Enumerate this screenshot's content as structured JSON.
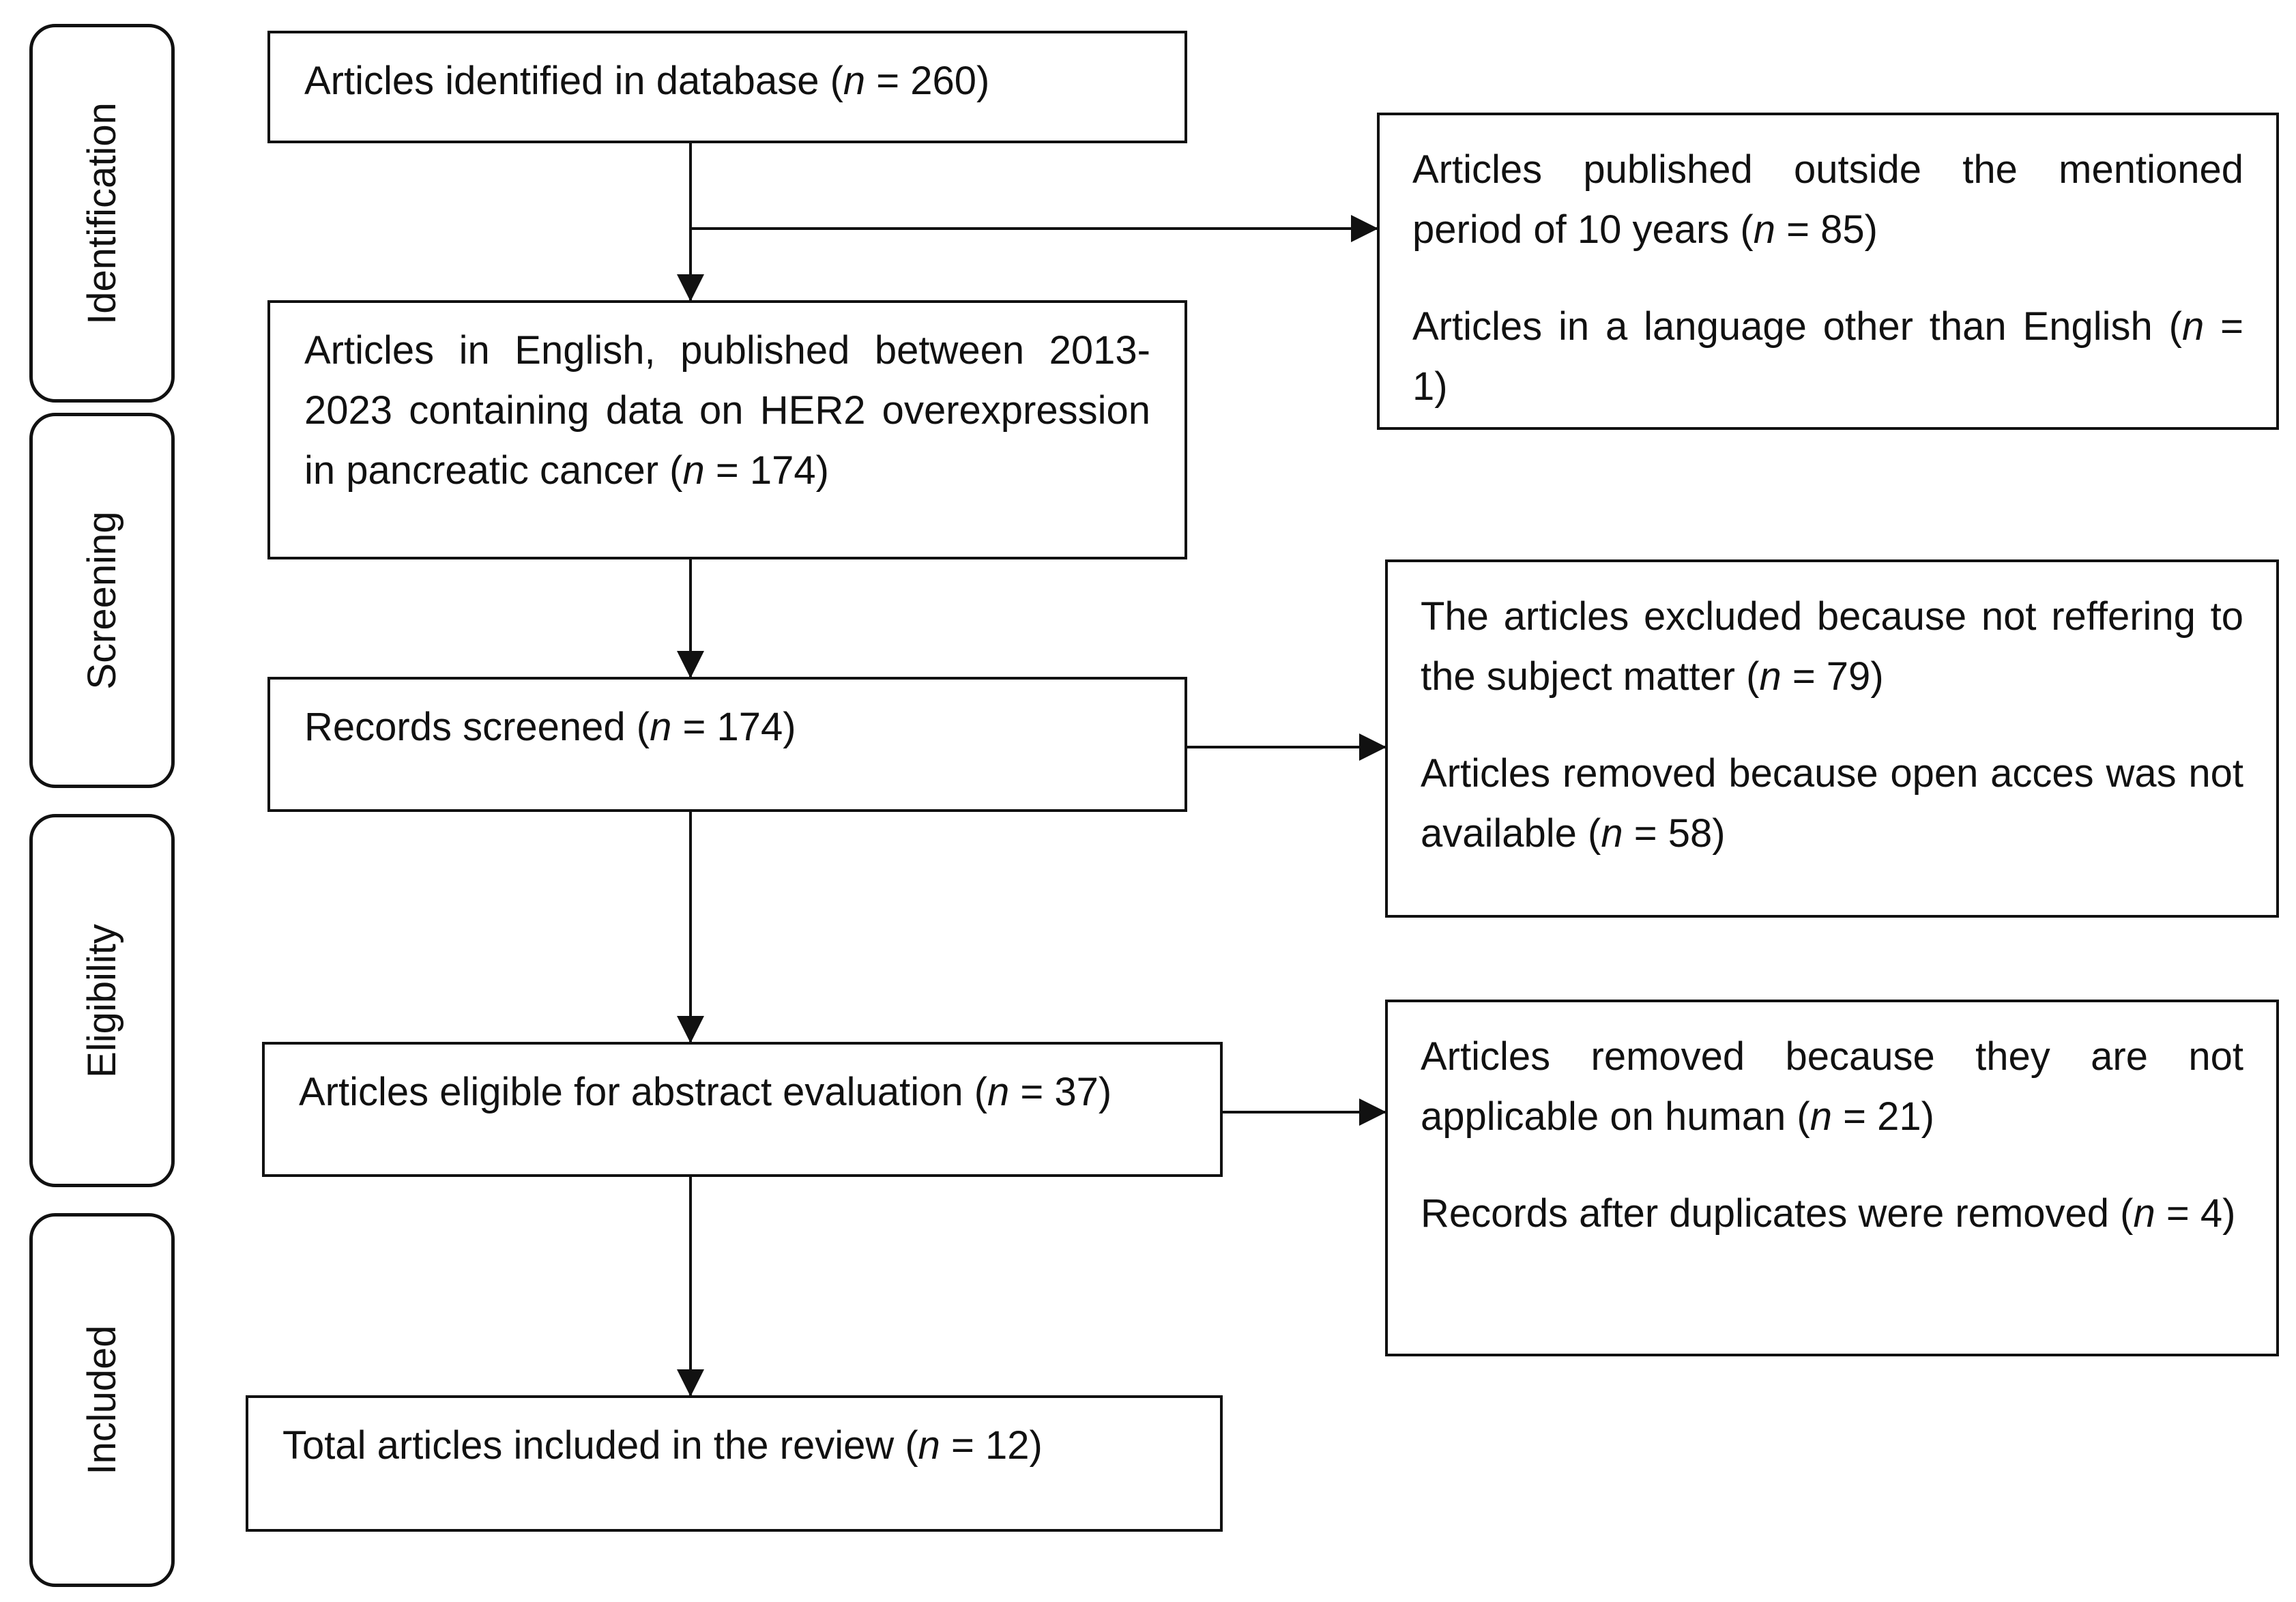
{
  "stages": [
    {
      "id": "identification",
      "label": "Identification"
    },
    {
      "id": "screening",
      "label": "Screening"
    },
    {
      "id": "eligibility",
      "label": "Eligibility"
    },
    {
      "id": "included",
      "label": "Included"
    }
  ],
  "main_boxes": {
    "identified": {
      "text": "Articles identified in database (",
      "n_symbol": "n",
      "n_value": " = 260)"
    },
    "english_articles": {
      "text": "Articles in English, published between 2013-2023 containing data on HER2 overexpression in pancreatic cancer (",
      "n_symbol": "n",
      "n_value": " = 174)"
    },
    "screened": {
      "text": "Records screened (",
      "n_symbol": "n",
      "n_value": " = 174)"
    },
    "eligible": {
      "text": "Articles eligible for abstract evaluation (",
      "n_symbol": "n",
      "n_value": " = 37)"
    },
    "included": {
      "text": "Total articles included in the review (",
      "n_symbol": "n",
      "n_value": " = 12)"
    }
  },
  "exclusion_boxes": {
    "period_language": [
      {
        "text": "Articles published outside the mentioned period of 10 years (",
        "n_symbol": "n",
        "n_value": " = 85)"
      },
      {
        "text": "Articles in a language other than English (",
        "n_symbol": "n",
        "n_value": " = 1)"
      }
    ],
    "subject_access": [
      {
        "text": "The articles excluded because not reffering to the subject matter (",
        "n_symbol": "n",
        "n_value": " = 79)"
      },
      {
        "text": "Articles removed because open acces was not available (",
        "n_symbol": "n",
        "n_value": " = 58)"
      }
    ],
    "human_duplicates": [
      {
        "text": "Articles removed because they are not applicable on human (",
        "n_symbol": "n",
        "n_value": " = 21)"
      },
      {
        "text": "Records after duplicates were removed (",
        "n_symbol": "n",
        "n_value": " = 4)"
      }
    ]
  }
}
